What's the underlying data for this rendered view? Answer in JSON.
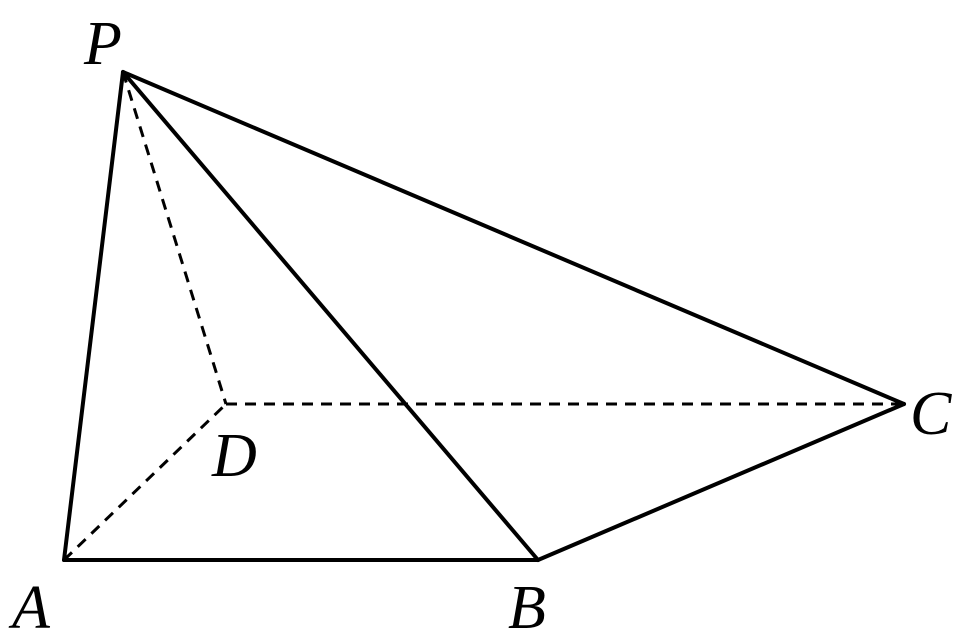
{
  "diagram": {
    "labels": {
      "P": "P",
      "A": "A",
      "B": "B",
      "C": "C",
      "D": "D"
    }
  }
}
